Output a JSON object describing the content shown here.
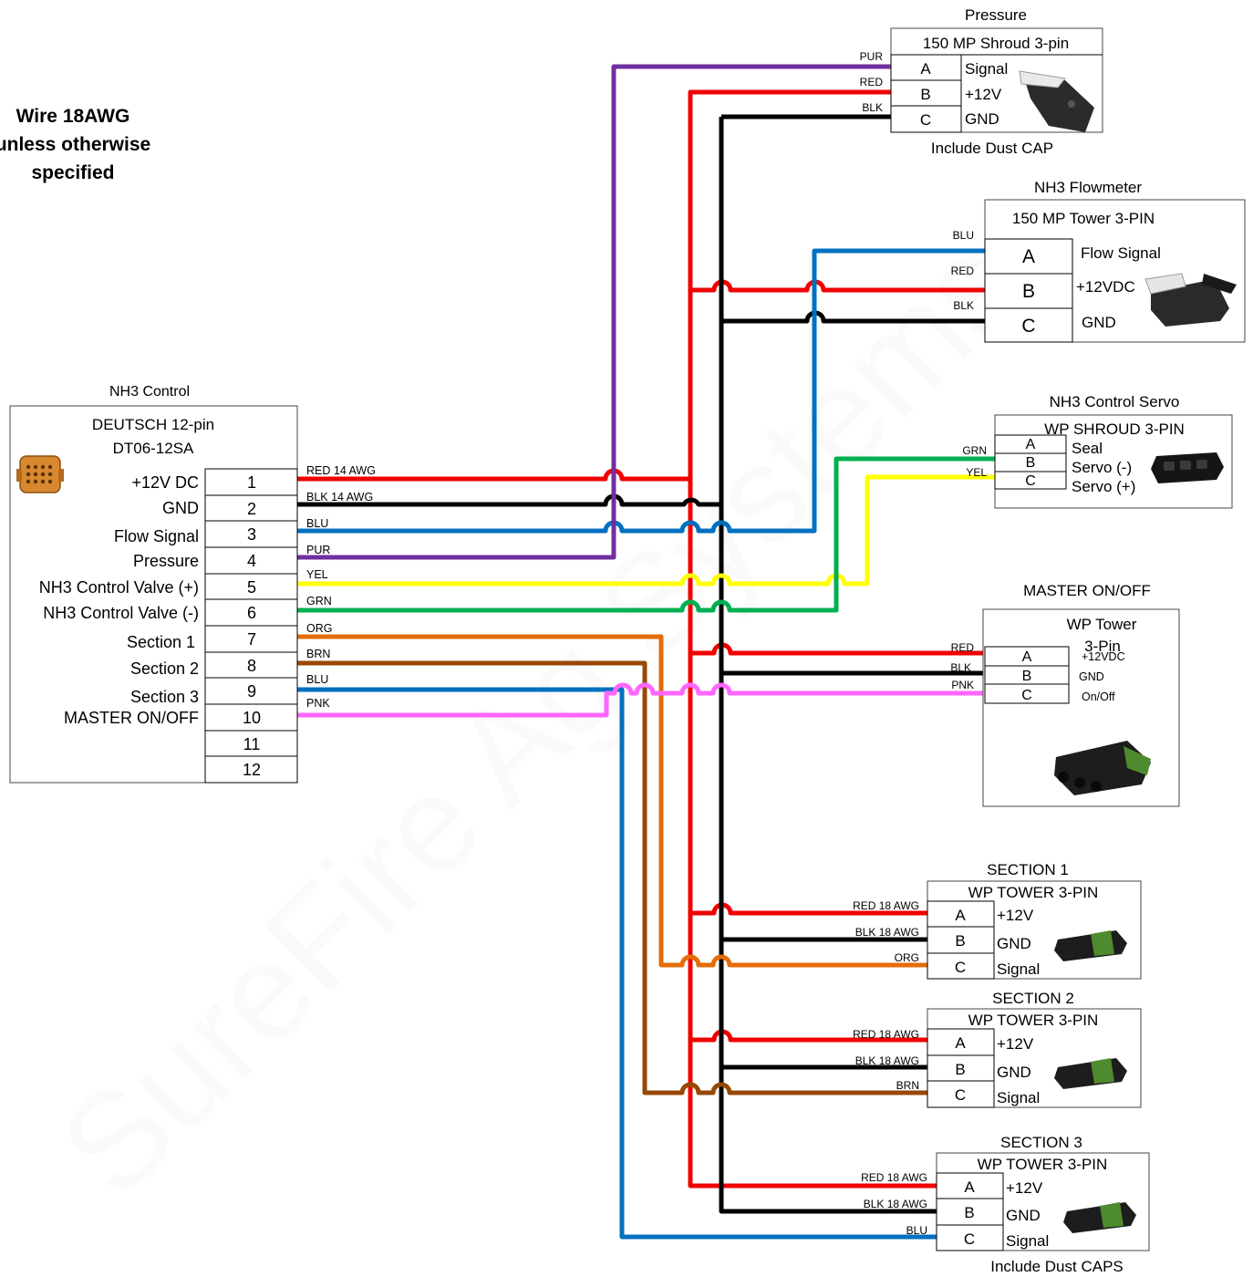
{
  "watermark": "SureFire Ag Systems",
  "note": {
    "line1": "Wire 18AWG",
    "line2": "unless otherwise",
    "line3": "specified"
  },
  "colors": {
    "red": "#f00000",
    "black": "#000000",
    "blue": "#0070c0",
    "purple": "#7030a0",
    "yellow": "#ffff00",
    "green": "#00b050",
    "orange": "#e46c0a",
    "brown": "#974806",
    "pink": "#ff66ff"
  },
  "nh3_control": {
    "title": "NH3 Control",
    "connector_line1": "DEUTSCH 12-pin",
    "connector_line2": "DT06-12SA",
    "pins": [
      {
        "num": "1",
        "label": "+12V DC",
        "wire": "RED 14 AWG"
      },
      {
        "num": "2",
        "label": "GND",
        "wire": "BLK 14 AWG"
      },
      {
        "num": "3",
        "label": "Flow Signal",
        "wire": "BLU"
      },
      {
        "num": "4",
        "label": "Pressure",
        "wire": "PUR"
      },
      {
        "num": "5",
        "label": "NH3 Control Valve (+)",
        "wire": "YEL"
      },
      {
        "num": "6",
        "label": "NH3 Control Valve (-)",
        "wire": "GRN"
      },
      {
        "num": "7",
        "label": "Section 1",
        "wire": "ORG"
      },
      {
        "num": "8",
        "label": "Section 2",
        "wire": "BRN"
      },
      {
        "num": "9",
        "label": "Section 3",
        "wire": "BLU"
      },
      {
        "num": "10",
        "label": "MASTER ON/OFF",
        "wire": "PNK"
      },
      {
        "num": "11",
        "label": "",
        "wire": ""
      },
      {
        "num": "12",
        "label": "",
        "wire": ""
      }
    ]
  },
  "pressure": {
    "title": "Pressure",
    "connector": "150 MP Shroud 3-pin",
    "footer": "Include Dust CAP",
    "pins": [
      {
        "letter": "A",
        "label": "Signal",
        "wire": "PUR"
      },
      {
        "letter": "B",
        "label": "+12V",
        "wire": "RED"
      },
      {
        "letter": "C",
        "label": "GND",
        "wire": "BLK"
      }
    ]
  },
  "flowmeter": {
    "title": "NH3 Flowmeter",
    "connector": "150 MP Tower 3-PIN",
    "pins": [
      {
        "letter": "A",
        "label": "Flow Signal",
        "wire": "BLU"
      },
      {
        "letter": "B",
        "label": "+12VDC",
        "wire": "RED"
      },
      {
        "letter": "C",
        "label": "GND",
        "wire": "BLK"
      }
    ]
  },
  "servo": {
    "title": "NH3 Control Servo",
    "connector": "WP SHROUD 3-PIN",
    "pins": [
      {
        "letter": "A",
        "label": "Seal",
        "wire": ""
      },
      {
        "letter": "B",
        "label": "Servo (-)",
        "wire": "GRN"
      },
      {
        "letter": "C",
        "label": "Servo (+)",
        "wire": "YEL"
      }
    ]
  },
  "master": {
    "title": "MASTER ON/OFF",
    "connector_line1": "WP Tower",
    "connector_line2": "3-Pin",
    "pins": [
      {
        "letter": "A",
        "label": "+12VDC",
        "wire": "RED"
      },
      {
        "letter": "B",
        "label": "GND",
        "wire": "BLK"
      },
      {
        "letter": "C",
        "label": "On/Off",
        "wire": "PNK"
      }
    ]
  },
  "section1": {
    "title": "SECTION 1",
    "connector": "WP TOWER 3-PIN",
    "pins": [
      {
        "letter": "A",
        "label": "+12V",
        "wire": "RED 18 AWG"
      },
      {
        "letter": "B",
        "label": "GND",
        "wire": "BLK 18 AWG"
      },
      {
        "letter": "C",
        "label": "Signal",
        "wire": "ORG"
      }
    ]
  },
  "section2": {
    "title": "SECTION 2",
    "connector": "WP TOWER 3-PIN",
    "pins": [
      {
        "letter": "A",
        "label": "+12V",
        "wire": "RED 18 AWG"
      },
      {
        "letter": "B",
        "label": "GND",
        "wire": "BLK 18 AWG"
      },
      {
        "letter": "C",
        "label": "Signal",
        "wire": "BRN"
      }
    ]
  },
  "section3": {
    "title": "SECTION 3",
    "connector": "WP TOWER 3-PIN",
    "footer": "Include Dust CAPS",
    "pins": [
      {
        "letter": "A",
        "label": "+12V",
        "wire": "RED 18 AWG"
      },
      {
        "letter": "B",
        "label": "GND",
        "wire": "BLK 18 AWG"
      },
      {
        "letter": "C",
        "label": "Signal",
        "wire": "BLU"
      }
    ]
  }
}
